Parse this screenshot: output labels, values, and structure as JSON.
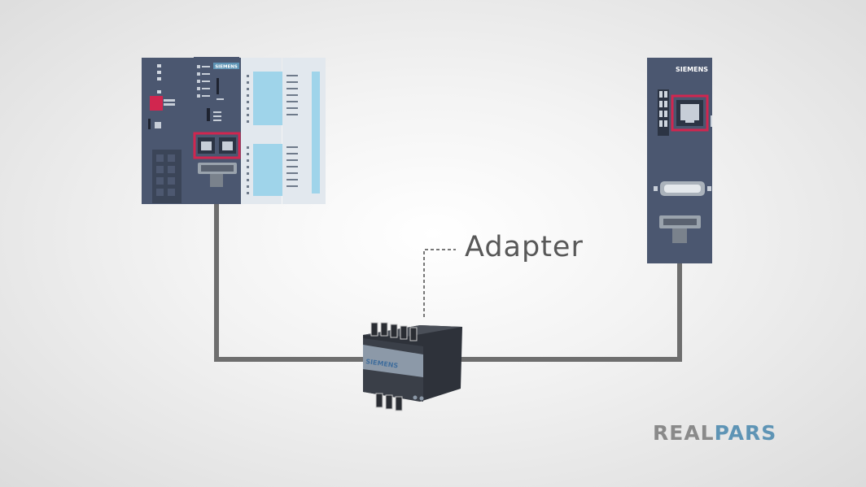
{
  "labels": {
    "adapter": "Adapter"
  },
  "brand": {
    "device_text": "SIEMENS",
    "logo_part1": "REAL",
    "logo_part2": "PARS"
  },
  "colors": {
    "highlight": "#d1264f",
    "cable": "#6e6e6e",
    "device_body": "#4b5770",
    "module_body": "#e2e8ee",
    "io_led": "#9fd4ea",
    "logo_gray": "#8a8a8a",
    "logo_blue": "#5e94b5"
  }
}
